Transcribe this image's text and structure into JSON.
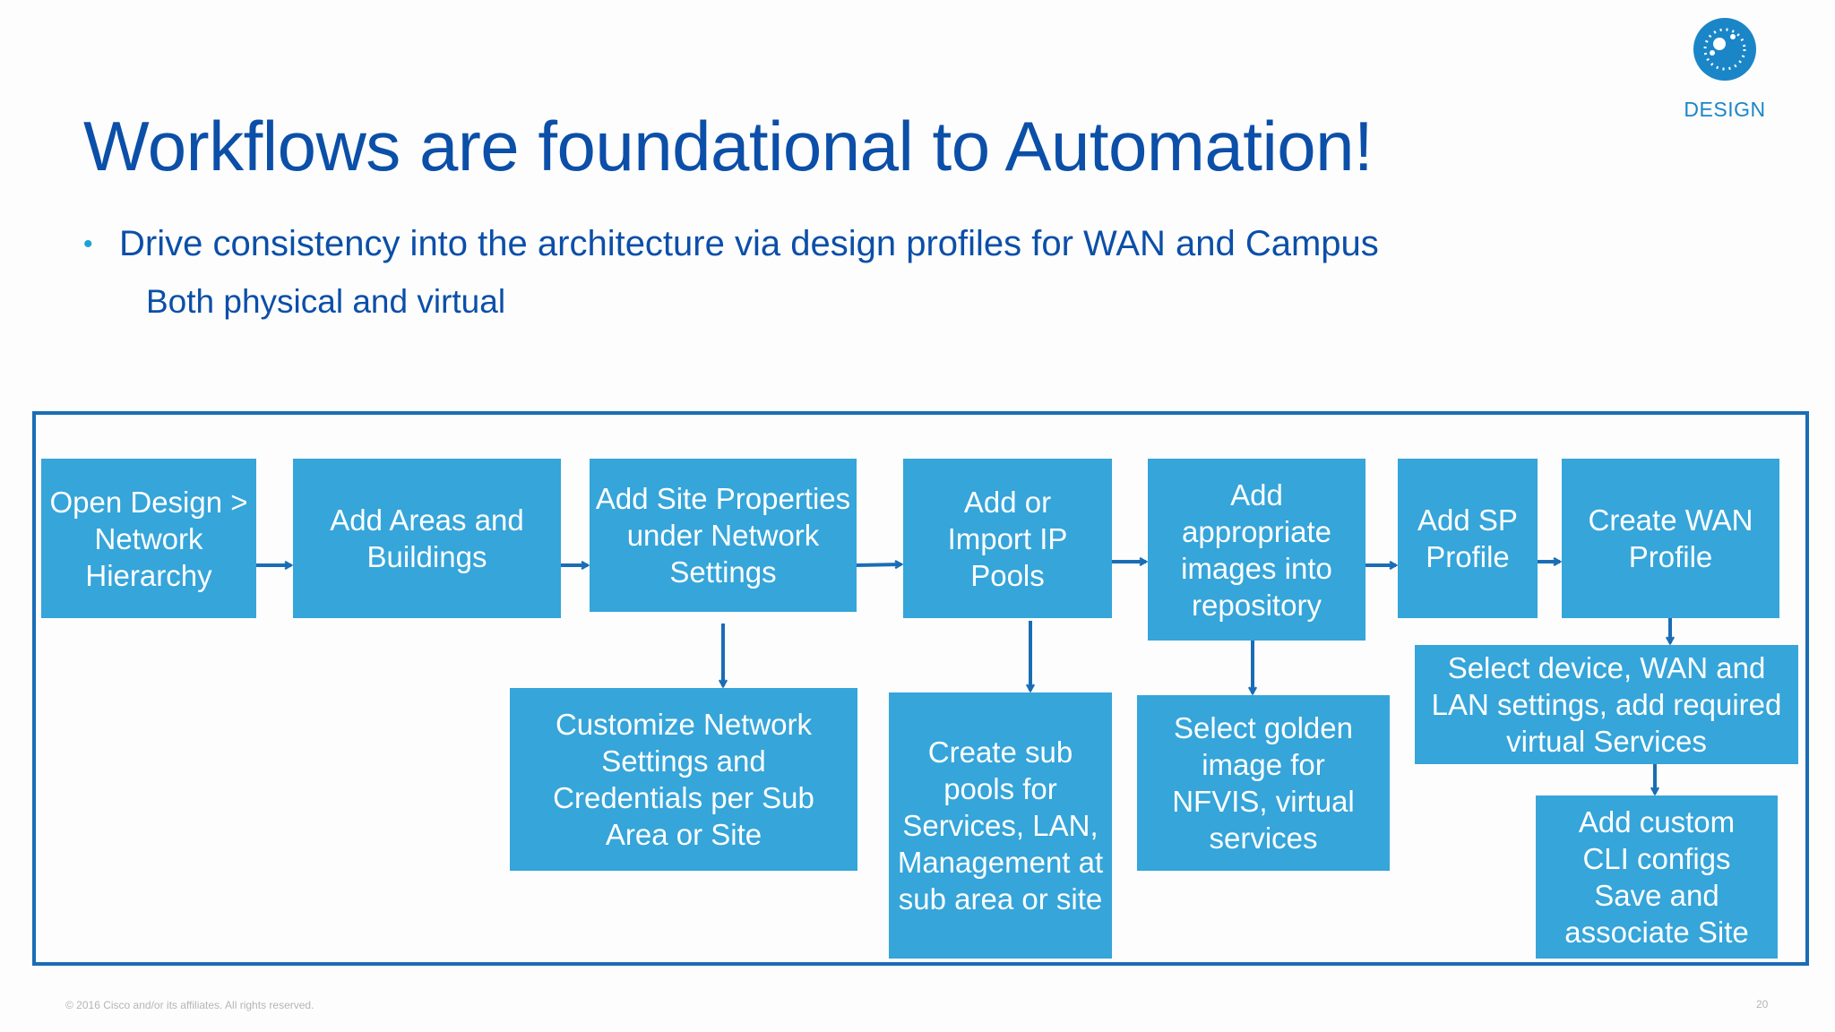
{
  "slide": {
    "title": "Workflows are foundational to Automation!",
    "bullet": "Drive consistency into the architecture via design profiles for WAN and Campus",
    "sub_bullet": "Both physical and virtual",
    "footer": "© 2016 Cisco and/or its affiliates. All rights reserved.",
    "page_number": "20"
  },
  "badge": {
    "label": "DESIGN",
    "icon": "design-dial-icon",
    "color": "#1a86c8"
  },
  "colors": {
    "title": "#0b4fa8",
    "box": "#35a5da",
    "frame": "#1a6db5",
    "arrow": "#1a6db5"
  },
  "workflow": {
    "main": [
      "Open Design > Network Hierarchy",
      "Add Areas and Buildings",
      "Add Site Properties under Network Settings",
      "Add or Import IP Pools",
      "Add appropriate images into repository",
      "Add SP Profile",
      "Create WAN Profile"
    ],
    "sub": [
      "Customize Network Settings and Credentials per Sub Area or Site",
      "Create sub pools for Services, LAN, Management at sub area or site",
      "Select golden image for NFVIS, virtual services",
      "Select device, WAN and LAN settings, add required virtual Services",
      "Add custom CLI configs Save and associate Site"
    ]
  }
}
